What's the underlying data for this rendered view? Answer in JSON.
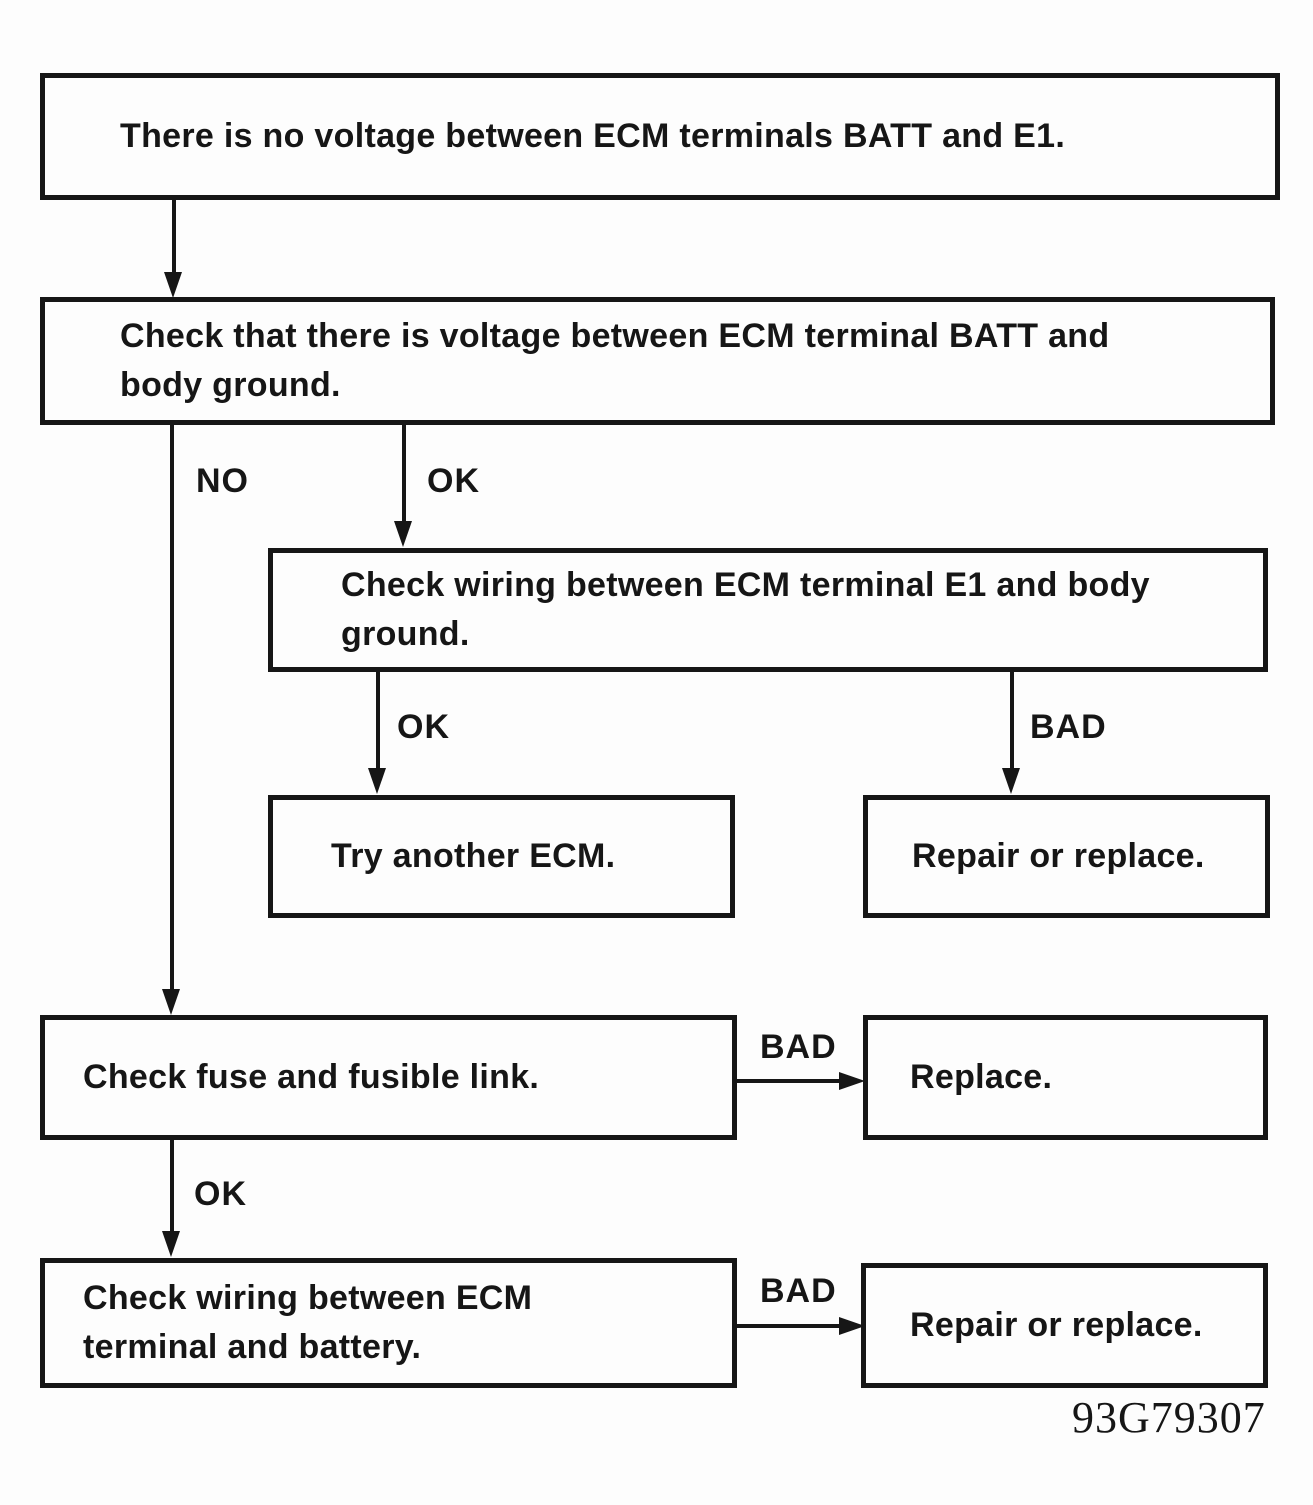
{
  "nodes": {
    "start": {
      "text": "There is no voltage between ECM terminals BATT and E1."
    },
    "check_batt_voltage": {
      "text": "Check that there is voltage between ECM terminal BATT and body ground."
    },
    "check_wiring_e1": {
      "text": "Check wiring between ECM terminal E1 and body ground."
    },
    "try_another_ecm": {
      "text": "Try another ECM."
    },
    "repair_or_replace_top": {
      "text": "Repair or replace."
    },
    "check_fuse": {
      "text": "Check fuse and fusible link."
    },
    "replace": {
      "text": "Replace."
    },
    "check_wiring_battery": {
      "text": "Check wiring between ECM terminal and battery."
    },
    "repair_or_replace_bottom": {
      "text": "Repair or replace."
    }
  },
  "edges": {
    "start_to_check_batt": {
      "from": "start",
      "to": "check_batt_voltage",
      "label": ""
    },
    "batt_no": {
      "from": "check_batt_voltage",
      "to": "check_fuse",
      "label": "NO"
    },
    "batt_ok": {
      "from": "check_batt_voltage",
      "to": "check_wiring_e1",
      "label": "OK"
    },
    "e1_ok": {
      "from": "check_wiring_e1",
      "to": "try_another_ecm",
      "label": "OK"
    },
    "e1_bad": {
      "from": "check_wiring_e1",
      "to": "repair_or_replace_top",
      "label": "BAD"
    },
    "fuse_bad": {
      "from": "check_fuse",
      "to": "replace",
      "label": "BAD"
    },
    "fuse_ok": {
      "from": "check_fuse",
      "to": "check_wiring_battery",
      "label": "OK"
    },
    "battery_bad": {
      "from": "check_wiring_battery",
      "to": "repair_or_replace_bottom",
      "label": "BAD"
    }
  },
  "figure_code": "93G79307",
  "colors": {
    "ink": "#161616",
    "background": "#fdfdfd"
  }
}
